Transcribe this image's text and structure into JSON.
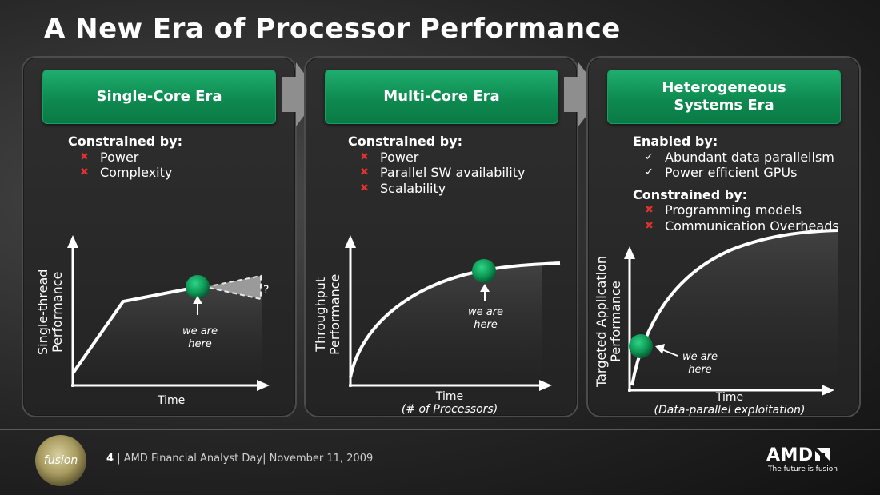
{
  "title": "A New Era of Processor Performance",
  "panels": [
    {
      "header": "Single-Core Era",
      "sections": [
        {
          "heading": "Constrained by:",
          "items": [
            {
              "mark": "x",
              "text": "Power"
            },
            {
              "mark": "x",
              "text": "Complexity"
            }
          ]
        }
      ],
      "ylabel_line1": "Single-thread",
      "ylabel_line2": "Performance",
      "xlabel": "Time",
      "xlabel_sub": "",
      "question": "?",
      "here_line1": "we are",
      "here_line2": "here"
    },
    {
      "header": "Multi-Core Era",
      "sections": [
        {
          "heading": "Constrained by:",
          "items": [
            {
              "mark": "x",
              "text": "Power"
            },
            {
              "mark": "x",
              "text": "Parallel SW availability"
            },
            {
              "mark": "x",
              "text": "Scalability"
            }
          ]
        }
      ],
      "ylabel_line1": "Throughput",
      "ylabel_line2": "Performance",
      "xlabel": "Time",
      "xlabel_sub": "(# of Processors)",
      "here_line1": "we are",
      "here_line2": "here"
    },
    {
      "header": "Heterogeneous Systems Era",
      "sections": [
        {
          "heading": "Enabled by:",
          "items": [
            {
              "mark": "check",
              "text": "Abundant data parallelism"
            },
            {
              "mark": "check",
              "text": "Power efficient GPUs"
            }
          ]
        },
        {
          "heading": "Constrained by:",
          "items": [
            {
              "mark": "x",
              "text": "Programming models"
            },
            {
              "mark": "x",
              "text": "Communication Overheads"
            }
          ]
        }
      ],
      "ylabel_line1": "Targeted Application",
      "ylabel_line2": "Performance",
      "xlabel": "Time",
      "xlabel_sub": "(Data-parallel exploitation)",
      "here_line1": "we are",
      "here_line2": "here"
    }
  ],
  "footer": {
    "logo_text": "fusion",
    "page_number": "4",
    "text": "| AMD Financial Analyst Day| November 11, 2009",
    "brand": "AMD",
    "tagline": "The future is fusion"
  },
  "colors": {
    "accent_green": "#0e8a50",
    "marker_green": "#12a05c",
    "x_mark": "#e03030"
  },
  "icons": [
    "x-mark-icon",
    "check-mark-icon",
    "arrow-up-icon",
    "fusion-logo",
    "amd-logo"
  ]
}
